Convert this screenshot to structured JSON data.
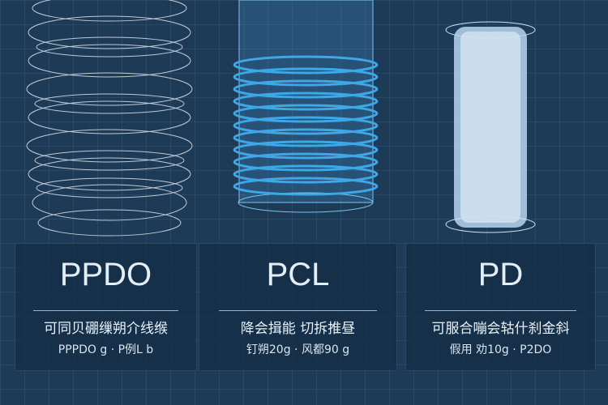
{
  "panels": [
    {
      "title": "PPDO",
      "desc": "可同贝硼缫朔介线缑",
      "sub": "PPPDO g · P例L b"
    },
    {
      "title": "PCL",
      "desc": "降会揖能 切拆推昼",
      "sub": "钉朔20g · 风都90 g"
    },
    {
      "title": "PD",
      "desc": "可服合嘣会轱什刹金斜",
      "sub": "假用 劝10g · P2DO"
    }
  ],
  "colors": {
    "background": "#1d3a57",
    "pcl_blue": "#3ea8e6",
    "ppdo_white": "#e8eef4"
  }
}
